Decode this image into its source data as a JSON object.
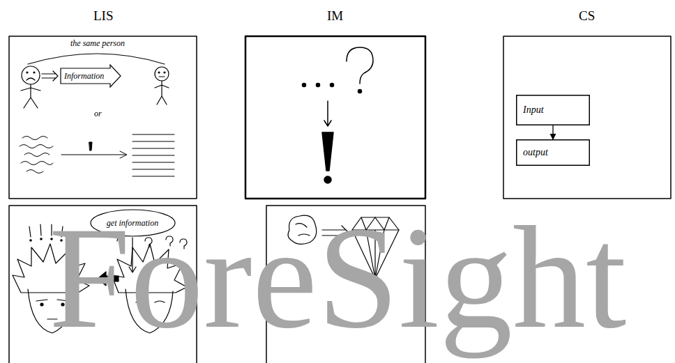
{
  "diagram": {
    "nodes": [
      {
        "text": [
          "Information"
        ]
      },
      {
        "text": [
          "get information"
        ]
      },
      {
        "text": [
          "Input"
        ]
      },
      {
        "text": [
          "output"
        ]
      }
    ],
    "edges": [
      {
        "from": 2,
        "to": 3,
        "arrow": "to"
      }
    ],
    "labels": [
      "LIS",
      "IM",
      "CS",
      "the same person",
      "or",
      "ForeSight"
    ]
  }
}
